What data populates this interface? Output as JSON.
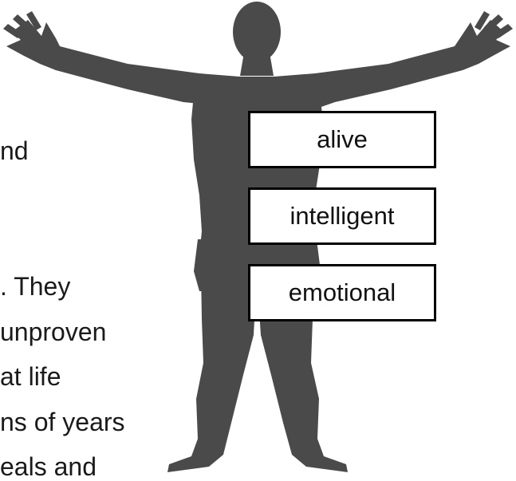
{
  "background_text_fragments": [
    "nd",
    ". They",
    "unproven",
    "at life",
    "ns of years",
    "eals and"
  ],
  "labels": [
    "alive",
    "intelligent",
    "emotional"
  ],
  "colors": {
    "silhouette": "#4a4a4a",
    "box_border": "#000000",
    "text": "#1a1a1a",
    "background": "#ffffff"
  },
  "figure": {
    "icon": "human-silhouette-icon"
  }
}
